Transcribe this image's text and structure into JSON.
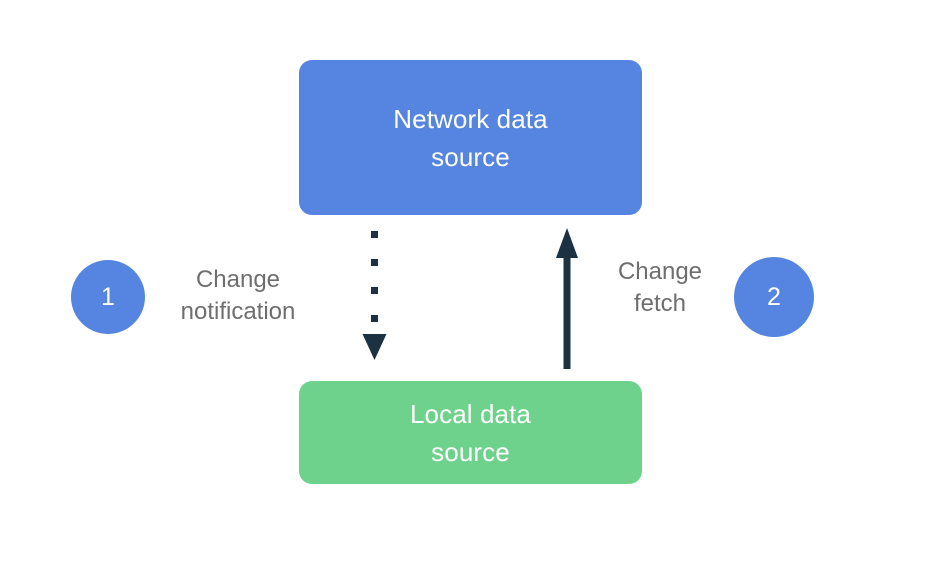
{
  "diagram": {
    "background_color": "#ffffff",
    "nodes": [
      {
        "id": "network-data-source",
        "label": "Network data\nsource",
        "fill": "#5585E0",
        "text_color": "#ffffff"
      },
      {
        "id": "local-data-source",
        "label": "Local data\nsource",
        "fill": "#6FD28C",
        "text_color": "#ffffff"
      }
    ],
    "edges": [
      {
        "id": "change-notification",
        "label": "Change\nnotification",
        "style": "dotted",
        "direction": "down",
        "from": "network-data-source",
        "to": "local-data-source",
        "color": "#1C3142",
        "label_color": "#6E6E6E"
      },
      {
        "id": "change-fetch",
        "label": "Change\nfetch",
        "style": "solid",
        "direction": "up",
        "from": "local-data-source",
        "to": "network-data-source",
        "color": "#1C3142",
        "label_color": "#6E6E6E"
      }
    ],
    "step_markers": [
      {
        "id": "step-1",
        "label": "1",
        "fill": "#5585E0",
        "text_color": "#ffffff"
      },
      {
        "id": "step-2",
        "label": "2",
        "fill": "#5585E0",
        "text_color": "#ffffff"
      }
    ]
  }
}
